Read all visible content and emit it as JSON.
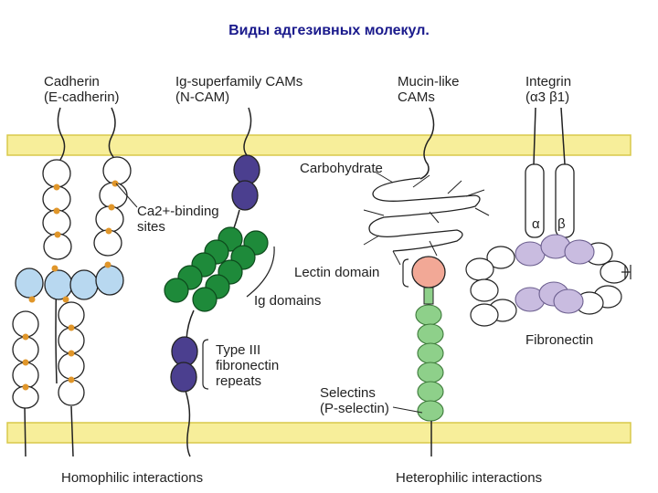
{
  "title": "Виды адгезивных молекул.",
  "labels": {
    "cadherin_l1": "Cadherin",
    "cadherin_l2": "(E-cadherin)",
    "ig_l1": "Ig-superfamily CAMs",
    "ig_l2": "(N-CAM)",
    "mucin_l1": "Mucin-like",
    "mucin_l2": "CAMs",
    "integrin_l1": "Integrin",
    "integrin_l2": "(α3 β1)",
    "carbohydrate": "Carbohydrate",
    "ca_l1": "Ca2+-binding",
    "ca_l2": "sites",
    "lectin": "Lectin domain",
    "ig_domains": "Ig domains",
    "fn3_l1": "Type III",
    "fn3_l2": "fibronectin",
    "fn3_l3": "repeats",
    "alpha": "α",
    "beta": "β",
    "fibronectin": "Fibronectin",
    "selectins_l1": "Selectins",
    "selectins_l2": "(P-selectin)",
    "homophilic": "Homophilic interactions",
    "heterophilic": "Heterophilic interactions"
  },
  "colors": {
    "membrane": "#f7ee9a",
    "membrane_edge": "#d8c84a",
    "title": "#1a1a8c",
    "ca_site": "#e0962a",
    "cadherin_blue": "#b8d8f0",
    "ncam_purple": "#4b3f8f",
    "ig_green": "#1e8a3a",
    "selectin_green": "#8ed08a",
    "lectin_pink": "#f2a896",
    "fibronectin_lilac": "#c9bce0"
  }
}
